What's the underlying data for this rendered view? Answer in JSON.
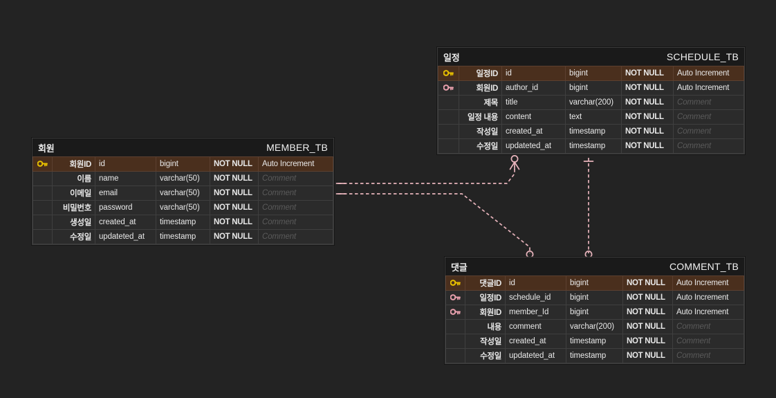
{
  "diagram": {
    "type": "entity-relationship-diagram",
    "notation": "crows-foot",
    "background_color": "#232323",
    "relationship_line_color": "#e8b4bc",
    "pk_row_color": "#4a2f1d",
    "pk_key_color": "#e8c000",
    "fk_key_color": "#e8a0ad"
  },
  "entities": [
    {
      "id": "member",
      "title_ko": "회원",
      "title_en": "MEMBER_TB",
      "columns": [
        {
          "key": "pk",
          "ko": "회원ID",
          "name": "id",
          "type": "bigint",
          "nullable": "NOT NULL",
          "extra": "Auto Increment",
          "extra_is_comment": false
        },
        {
          "key": "",
          "ko": "이름",
          "name": "name",
          "type": "varchar(50)",
          "nullable": "NOT NULL",
          "extra": "Comment",
          "extra_is_comment": true
        },
        {
          "key": "",
          "ko": "이메일",
          "name": "email",
          "type": "varchar(50)",
          "nullable": "NOT NULL",
          "extra": "Comment",
          "extra_is_comment": true
        },
        {
          "key": "",
          "ko": "비밀번호",
          "name": "password",
          "type": "varchar(50)",
          "nullable": "NOT NULL",
          "extra": "Comment",
          "extra_is_comment": true
        },
        {
          "key": "",
          "ko": "생성일",
          "name": "created_at",
          "type": "timestamp",
          "nullable": "NOT NULL",
          "extra": "Comment",
          "extra_is_comment": true
        },
        {
          "key": "",
          "ko": "수정일",
          "name": "updateted_at",
          "type": "timestamp",
          "nullable": "NOT NULL",
          "extra": "Comment",
          "extra_is_comment": true
        }
      ]
    },
    {
      "id": "schedule",
      "title_ko": "일정",
      "title_en": "SCHEDULE_TB",
      "columns": [
        {
          "key": "pk",
          "ko": "일정ID",
          "name": "id",
          "type": "bigint",
          "nullable": "NOT NULL",
          "extra": "Auto Increment",
          "extra_is_comment": false
        },
        {
          "key": "fk",
          "ko": "회원ID",
          "name": "author_id",
          "type": "bigint",
          "nullable": "NOT NULL",
          "extra": "Auto Increment",
          "extra_is_comment": false
        },
        {
          "key": "",
          "ko": "제목",
          "name": "title",
          "type": "varchar(200)",
          "nullable": "NOT NULL",
          "extra": "Comment",
          "extra_is_comment": true
        },
        {
          "key": "",
          "ko": "일정 내용",
          "name": "content",
          "type": "text",
          "nullable": "NOT NULL",
          "extra": "Comment",
          "extra_is_comment": true
        },
        {
          "key": "",
          "ko": "작성일",
          "name": "created_at",
          "type": "timestamp",
          "nullable": "NOT NULL",
          "extra": "Comment",
          "extra_is_comment": true
        },
        {
          "key": "",
          "ko": "수정일",
          "name": "updateted_at",
          "type": "timestamp",
          "nullable": "NOT NULL",
          "extra": "Comment",
          "extra_is_comment": true
        }
      ]
    },
    {
      "id": "comment",
      "title_ko": "댓글",
      "title_en": "COMMENT_TB",
      "columns": [
        {
          "key": "pk",
          "ko": "댓글ID",
          "name": "id",
          "type": "bigint",
          "nullable": "NOT NULL",
          "extra": "Auto Increment",
          "extra_is_comment": false
        },
        {
          "key": "fk",
          "ko": "일정ID",
          "name": "schedule_id",
          "type": "bigint",
          "nullable": "NOT NULL",
          "extra": "Auto Increment",
          "extra_is_comment": false
        },
        {
          "key": "fk",
          "ko": "회원ID",
          "name": "member_Id",
          "type": "bigint",
          "nullable": "NOT NULL",
          "extra": "Auto Increment",
          "extra_is_comment": false
        },
        {
          "key": "",
          "ko": "내용",
          "name": "comment",
          "type": "varchar(200)",
          "nullable": "NOT NULL",
          "extra": "Comment",
          "extra_is_comment": true
        },
        {
          "key": "",
          "ko": "작성일",
          "name": "created_at",
          "type": "timestamp",
          "nullable": "NOT NULL",
          "extra": "Comment",
          "extra_is_comment": true
        },
        {
          "key": "",
          "ko": "수정일",
          "name": "updateted_at",
          "type": "timestamp",
          "nullable": "NOT NULL",
          "extra": "Comment",
          "extra_is_comment": true
        }
      ]
    }
  ],
  "relationships": [
    {
      "id": "member-schedule",
      "from": "member",
      "to": "schedule",
      "from_cardinality": "one-and-only-one",
      "to_cardinality": "zero-or-many"
    },
    {
      "id": "member-comment",
      "from": "member",
      "to": "comment",
      "from_cardinality": "one-and-only-one",
      "to_cardinality": "zero-or-many"
    },
    {
      "id": "schedule-comment",
      "from": "schedule",
      "to": "comment",
      "from_cardinality": "one-and-only-one",
      "to_cardinality": "zero-or-many"
    }
  ]
}
